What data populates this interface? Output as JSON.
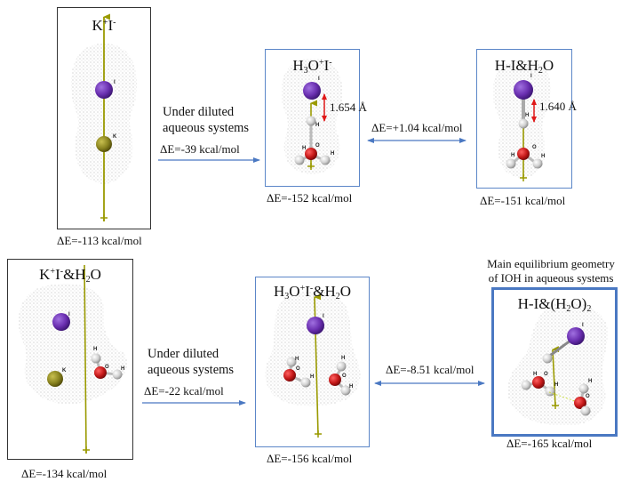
{
  "row1": {
    "panel1": {
      "title_main": "K",
      "title_sup1": "+",
      "title_main2": "I",
      "title_sup2": "-",
      "energy": "ΔE=-113 kcal/mol"
    },
    "arrow1": {
      "label_line1": "Under diluted",
      "label_line2": "aqueous systems",
      "energy": "ΔE=-39 kcal/mol"
    },
    "panel2": {
      "t1": "H",
      "t1sub": "3",
      "t2": "O",
      "t2sup": "+",
      "t3": "I",
      "t3sup": "-",
      "distance": "1.654 Å",
      "energy": "ΔE=-152 kcal/mol"
    },
    "arrow2": {
      "energy": "ΔE=+1.04 kcal/mol"
    },
    "panel3": {
      "t1": "H-I&H",
      "t1sub": "2",
      "t2": "O",
      "distance": "1.640 Å",
      "energy": "ΔE=-151 kcal/mol"
    }
  },
  "row2": {
    "panel1": {
      "t1": "K",
      "t1sup": "+",
      "t2": "I",
      "t2sup": "-",
      "t3": "&H",
      "t3sub": "2",
      "t4": "O",
      "energy": "ΔE=-134 kcal/mol"
    },
    "arrow1": {
      "label_line1": "Under diluted",
      "label_line2": "aqueous systems",
      "energy": "ΔE=-22 kcal/mol"
    },
    "panel2": {
      "t1": "H",
      "t1sub": "3",
      "t2": "O",
      "t2sup": "+",
      "t3": "I",
      "t3sup": "-",
      "t4": "&H",
      "t4sub": "2",
      "t5": "O",
      "energy": "ΔE=-156 kcal/mol"
    },
    "arrow2": {
      "energy": "ΔE=-8.51 kcal/mol"
    },
    "panel3": {
      "note_line1": "Main equilibrium geometry",
      "note_line2": "of IOH in aqueous systems",
      "t1": "H-I&(H",
      "t1sub": "2",
      "t2": "O)",
      "t2sub": "2",
      "energy": "ΔE=-165 kcal/mol"
    }
  },
  "atoms": {
    "iodine": "I",
    "potassium": "K",
    "hydrogen": "H",
    "oxygen": "O"
  },
  "colors": {
    "iodine": "#6a2fb0",
    "potassium": "#8a8420",
    "oxygen": "#c41818",
    "hydrogen": "#d8d8d8",
    "dipole": "#9a9a00",
    "arrow": "#4a78c2",
    "distance_arrow": "#e01818"
  }
}
